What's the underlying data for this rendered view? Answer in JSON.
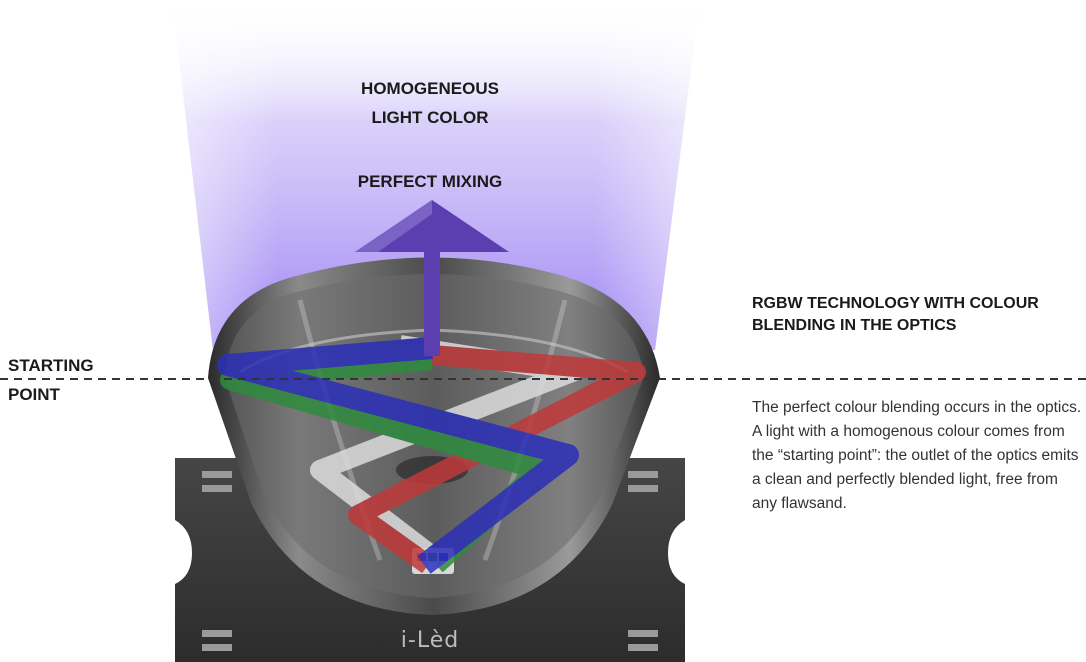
{
  "diagram": {
    "top_labels": [
      "HOMOGENEOUS",
      "LIGHT COLOR",
      "PERFECT MIXING"
    ],
    "left_label": [
      "STARTING",
      "POINT"
    ],
    "side_heading": "RGBW TECHNOLOGY WITH COLOUR BLENDING IN THE OPTICS",
    "side_body": "The perfect colour blending occurs in the optics. A light with a homogenous colour comes from the “starting point”: the outlet of the optics emits a clean and perfectly blended light, free from any flawsand.",
    "brand": "i-Lèd",
    "colors": {
      "beam": "#a78ef5",
      "arrow": "#5b3fb0",
      "board": "#3a3a3a",
      "red_path": "#c0393a",
      "green_path": "#2e8b3e",
      "blue_path": "#2b2fb8",
      "white_path": "#d8d8d8"
    }
  }
}
